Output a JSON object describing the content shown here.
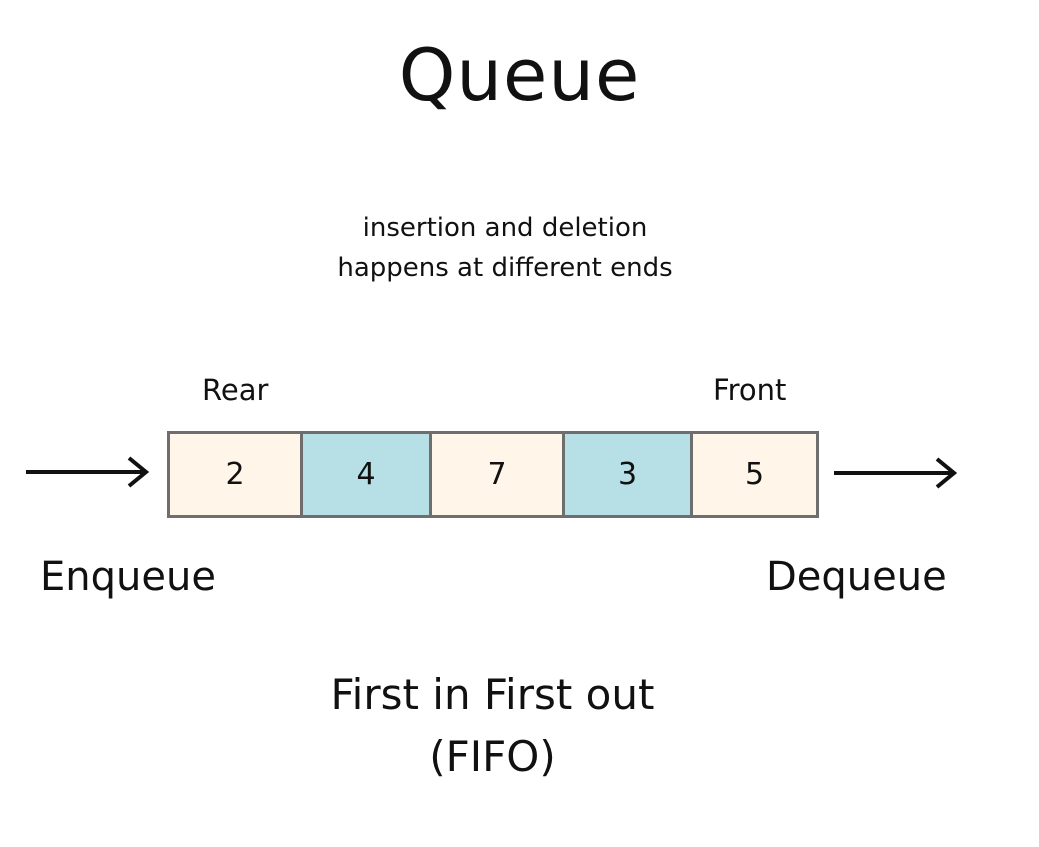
{
  "title": "Queue",
  "note": "insertion and deletion happens at different ends",
  "labels": {
    "rear": "Rear",
    "front": "Front",
    "enqueue": "Enqueue",
    "dequeue": "Dequeue"
  },
  "queue": {
    "cells": [
      {
        "value": "2",
        "color": "#fff6e9"
      },
      {
        "value": "4",
        "color": "#b6e0e6"
      },
      {
        "value": "7",
        "color": "#fff6e9"
      },
      {
        "value": "3",
        "color": "#b6e0e6"
      },
      {
        "value": "5",
        "color": "#fff6e9"
      }
    ],
    "border_color": "#6e6e6e"
  },
  "footer": {
    "line1": "First in First out",
    "line2": "(FIFO)"
  },
  "icons": {
    "enqueue_arrow": "arrow-right-icon",
    "dequeue_arrow": "arrow-right-icon"
  }
}
